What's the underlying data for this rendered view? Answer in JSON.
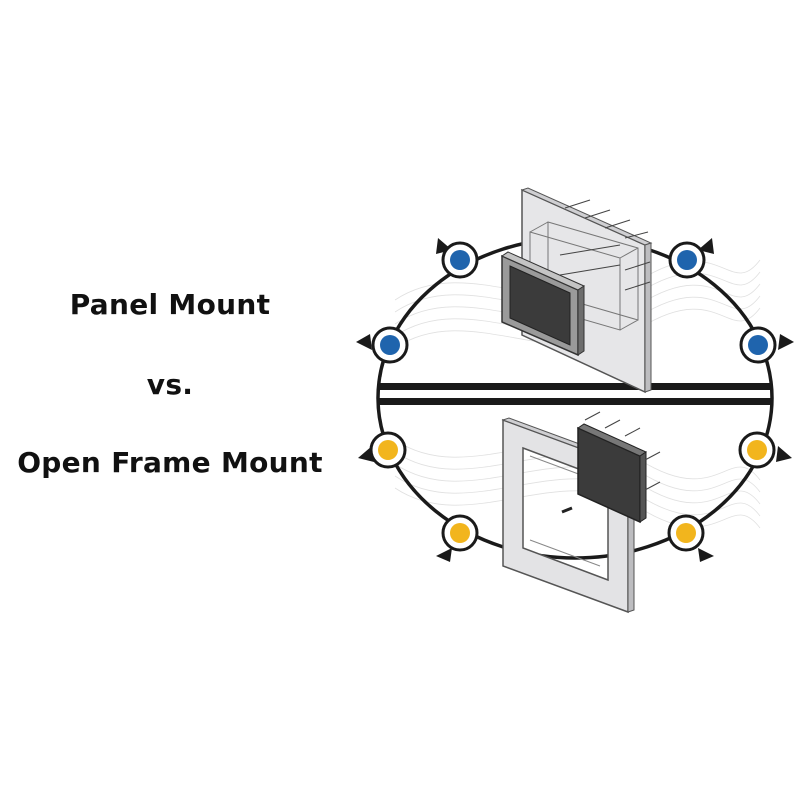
{
  "heading": {
    "line1": "Panel Mount",
    "line2": "vs.",
    "line3": "Open Frame Mount"
  },
  "colors": {
    "background": "#ffffff",
    "text": "#111111",
    "ring": "#1a1a1a",
    "blue_dot": "#1f64ad",
    "yellow_dot": "#f2b51d",
    "panel_plate": "#e3e3e5",
    "screen": "#3b3b3b",
    "bezel": "#8a8a8a"
  },
  "icons": {
    "top_markers": "blue-dot-marker-icon",
    "bottom_markers": "yellow-dot-marker-icon",
    "top_illustration": "panel-mount-display-icon",
    "bottom_illustration": "open-frame-display-icon"
  }
}
